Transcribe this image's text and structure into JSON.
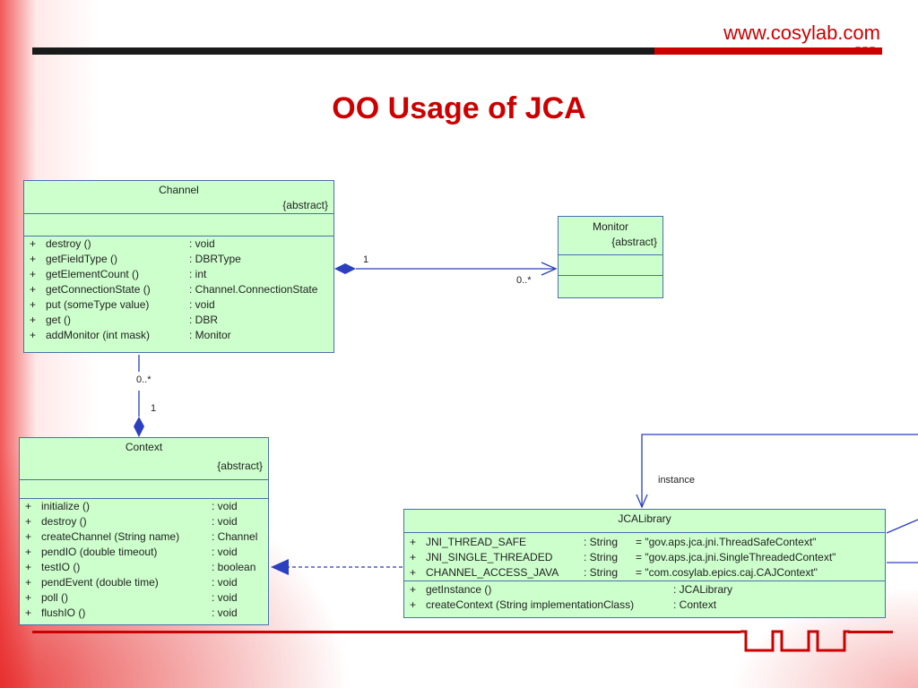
{
  "header": {
    "url": "www.cosylab.com",
    "title": "OO Usage of JCA"
  },
  "colors": {
    "accent": "#cc0000",
    "box_fill": "#ccffcc",
    "box_border": "#4a6fae",
    "connector": "#2b3fbf"
  },
  "classes": {
    "channel": {
      "name": "Channel",
      "stereotype": "{abstract}",
      "operations": [
        {
          "vis": "+",
          "sig": "destroy ()",
          "type": ": void"
        },
        {
          "vis": "+",
          "sig": "getFieldType ()",
          "type": ": DBRType"
        },
        {
          "vis": "+",
          "sig": "getElementCount ()",
          "type": ": int"
        },
        {
          "vis": "+",
          "sig": "getConnectionState ()",
          "type": ": Channel.ConnectionState"
        },
        {
          "vis": "+",
          "sig": "put (someType value)",
          "type": ": void"
        },
        {
          "vis": "+",
          "sig": "get ()",
          "type": ": DBR"
        },
        {
          "vis": "+",
          "sig": "addMonitor (int mask)",
          "type": ": Monitor"
        }
      ]
    },
    "monitor": {
      "name": "Monitor",
      "stereotype": "{abstract}"
    },
    "context": {
      "name": "Context",
      "stereotype": "{abstract}",
      "operations": [
        {
          "vis": "+",
          "sig": "initialize ()",
          "type": ": void"
        },
        {
          "vis": "+",
          "sig": "destroy ()",
          "type": ": void"
        },
        {
          "vis": "+",
          "sig": "createChannel (String name)",
          "type": ": Channel"
        },
        {
          "vis": "+",
          "sig": "pendIO (double timeout)",
          "type": ": void"
        },
        {
          "vis": "+",
          "sig": "testIO ()",
          "type": ": boolean"
        },
        {
          "vis": "+",
          "sig": "pendEvent (double time)",
          "type": ": void"
        },
        {
          "vis": "+",
          "sig": "poll ()",
          "type": ": void"
        },
        {
          "vis": "+",
          "sig": "flushIO ()",
          "type": ": void"
        }
      ]
    },
    "jcalibrary": {
      "name": "JCALibrary",
      "attributes": [
        {
          "vis": "+",
          "name": "JNI_THREAD_SAFE",
          "type": ": String",
          "value": "= \"gov.aps.jca.jni.ThreadSafeContext\""
        },
        {
          "vis": "+",
          "name": "JNI_SINGLE_THREADED",
          "type": ": String",
          "value": "= \"gov.aps.jca.jni.SingleThreadedContext\""
        },
        {
          "vis": "+",
          "name": "CHANNEL_ACCESS_JAVA",
          "type": ": String",
          "value": "= \"com.cosylab.epics.caj.CAJContext\""
        }
      ],
      "operations": [
        {
          "vis": "+",
          "sig": "getInstance ()",
          "type": ": JCALibrary"
        },
        {
          "vis": "+",
          "sig": "createContext (String implementationClass)",
          "type": ": Context"
        }
      ]
    }
  },
  "associations": {
    "channel_monitor_source": "1",
    "channel_monitor_target": "0..*",
    "context_channel_source": "0..*",
    "context_channel_target": "1",
    "self_instance": "instance"
  }
}
